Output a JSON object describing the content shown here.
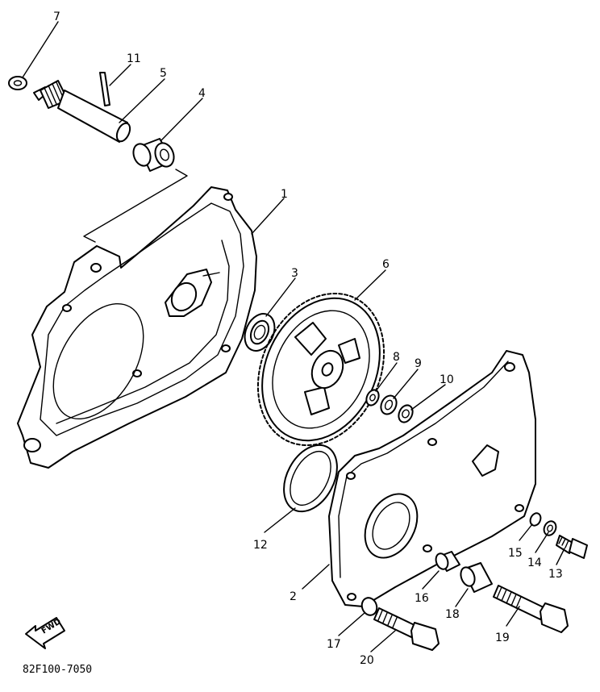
{
  "diagram": {
    "part_labels": {
      "p1": "1",
      "p2": "2",
      "p3": "3",
      "p4": "4",
      "p5": "5",
      "p6": "6",
      "p7": "7",
      "p8": "8",
      "p9": "9",
      "p10": "10",
      "p11": "11",
      "p12": "12",
      "p13": "13",
      "p14": "14",
      "p15": "15",
      "p16": "16",
      "p17": "17",
      "p18": "18",
      "p19": "19",
      "p20": "20"
    },
    "direction_label": "FWD",
    "caption": "82F100-7050"
  }
}
